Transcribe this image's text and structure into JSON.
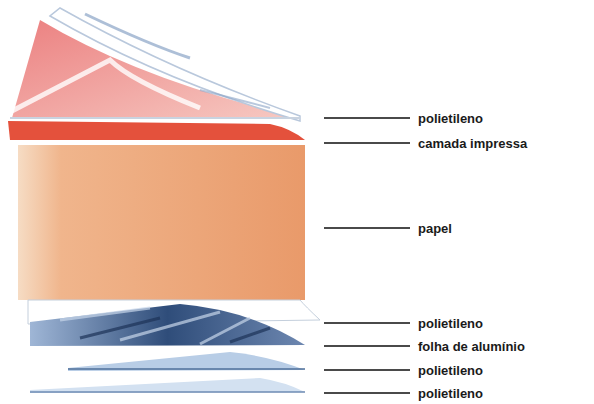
{
  "diagram": {
    "labels": [
      "polietileno",
      "camada impressa",
      "papel",
      "polietileno",
      "folha de alumínio",
      "polietileno",
      "polietileno"
    ]
  }
}
